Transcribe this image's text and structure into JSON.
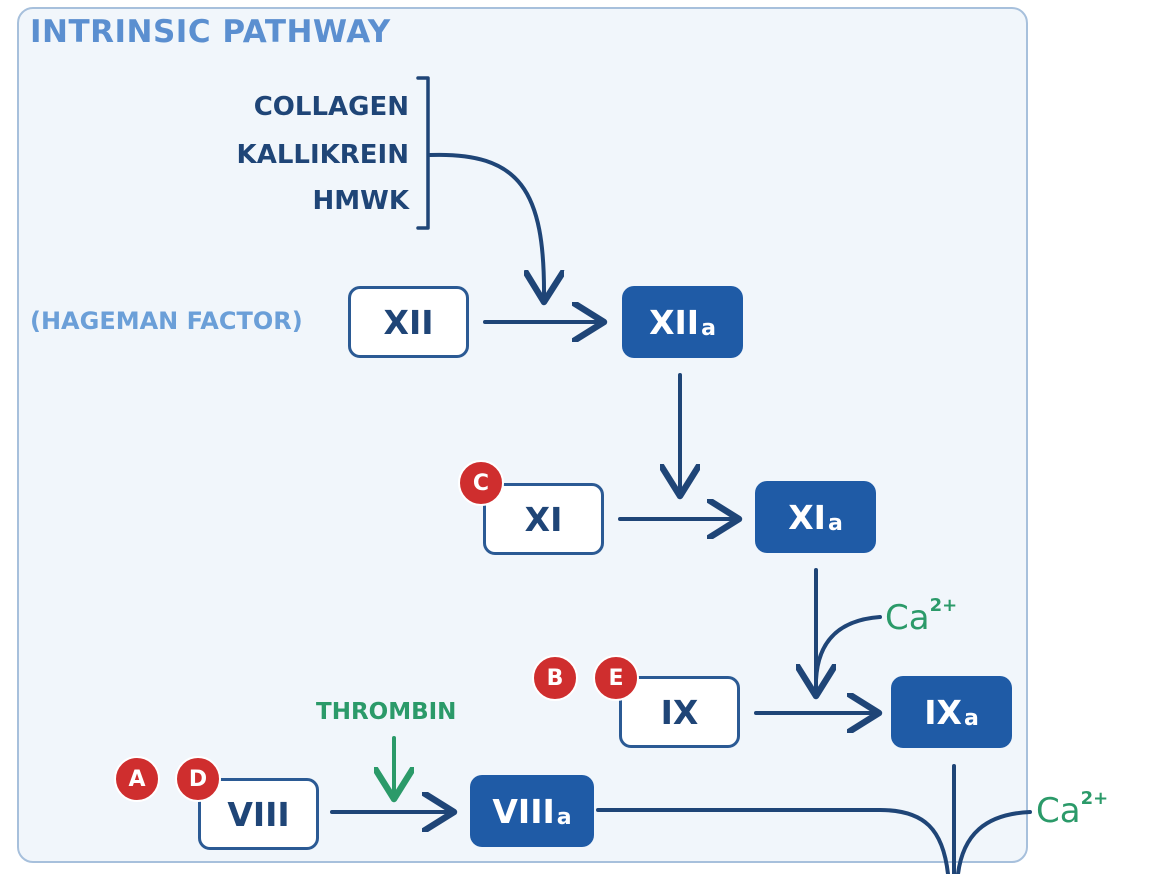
{
  "title": "INTRINSIC PATHWAY",
  "activators": [
    "COLLAGEN",
    "KALLIKREIN",
    "HMWK"
  ],
  "hageman_label": "(HAGEMAN FACTOR)",
  "factors": {
    "xii": "XII",
    "xiia": {
      "main": "XII",
      "suffix": "a"
    },
    "xi": "XI",
    "xia": {
      "main": "XI",
      "suffix": "a"
    },
    "ix": "IX",
    "ixa": {
      "main": "IX",
      "suffix": "a"
    },
    "viii": "VIII",
    "viiia": {
      "main": "VIII",
      "suffix": "a"
    }
  },
  "badges": {
    "xi": [
      "C"
    ],
    "ix": [
      "B",
      "E"
    ],
    "viii": [
      "A",
      "D"
    ]
  },
  "cofactors": {
    "calcium_1": {
      "base": "Ca",
      "charge": "2+"
    },
    "calcium_2": {
      "base": "Ca",
      "charge": "2+"
    },
    "thrombin": "THROMBIN"
  },
  "colors": {
    "active_box": "#1f5ba6",
    "inactive_border": "#2b5a94",
    "title": "#5b8fd0",
    "badge": "#cf2e2e",
    "cofactor": "#2b9a69",
    "panel_bg": "#f1f6fb"
  }
}
